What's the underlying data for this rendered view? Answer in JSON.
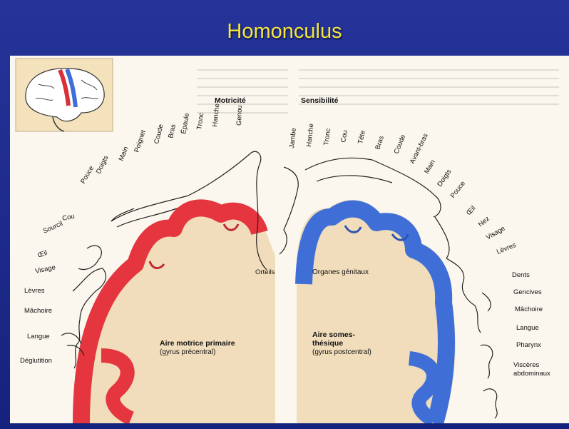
{
  "slide": {
    "title": "Homonculus"
  },
  "left": {
    "header": "Motricité",
    "area_title": "Aire motrice primaire",
    "area_subtitle": "(gyrus précentral)",
    "arc_labels": [
      "Pouce",
      "Doigts",
      "Main",
      "Poignet",
      "Coude",
      "Bras",
      "Épaule",
      "Tronc",
      "Hanche",
      "Genou"
    ],
    "face_labels": [
      "Cou",
      "Sourcil",
      "Œil",
      "Visage",
      "Lèvres",
      "Mâchoire",
      "Langue",
      "Déglutition"
    ],
    "foot_label": "Orteils"
  },
  "right": {
    "header": "Sensibilité",
    "area_title_1": "Aire somes-",
    "area_title_2": "thésique",
    "area_subtitle": "(gyrus postcentral)",
    "genital_label": "Organes génitaux",
    "arc_labels": [
      "Jambe",
      "Hanche",
      "Tronc",
      "Cou",
      "Tête",
      "Bras",
      "Coude",
      "Avant-bras",
      "Main",
      "Doigts",
      "Pouce",
      "Œil",
      "Nez",
      "Visage",
      "Lèvres"
    ],
    "side_labels": [
      "Dents",
      "Gencives",
      "Mâchoire",
      "Langue",
      "Pharynx",
      "Viscères",
      "abdominaux"
    ]
  },
  "colors": {
    "motor": "#e5363f",
    "sensory": "#3f6fd6",
    "cortex": "#f1ddbb",
    "background": "#1b2a8c",
    "title": "#f4e63a"
  }
}
